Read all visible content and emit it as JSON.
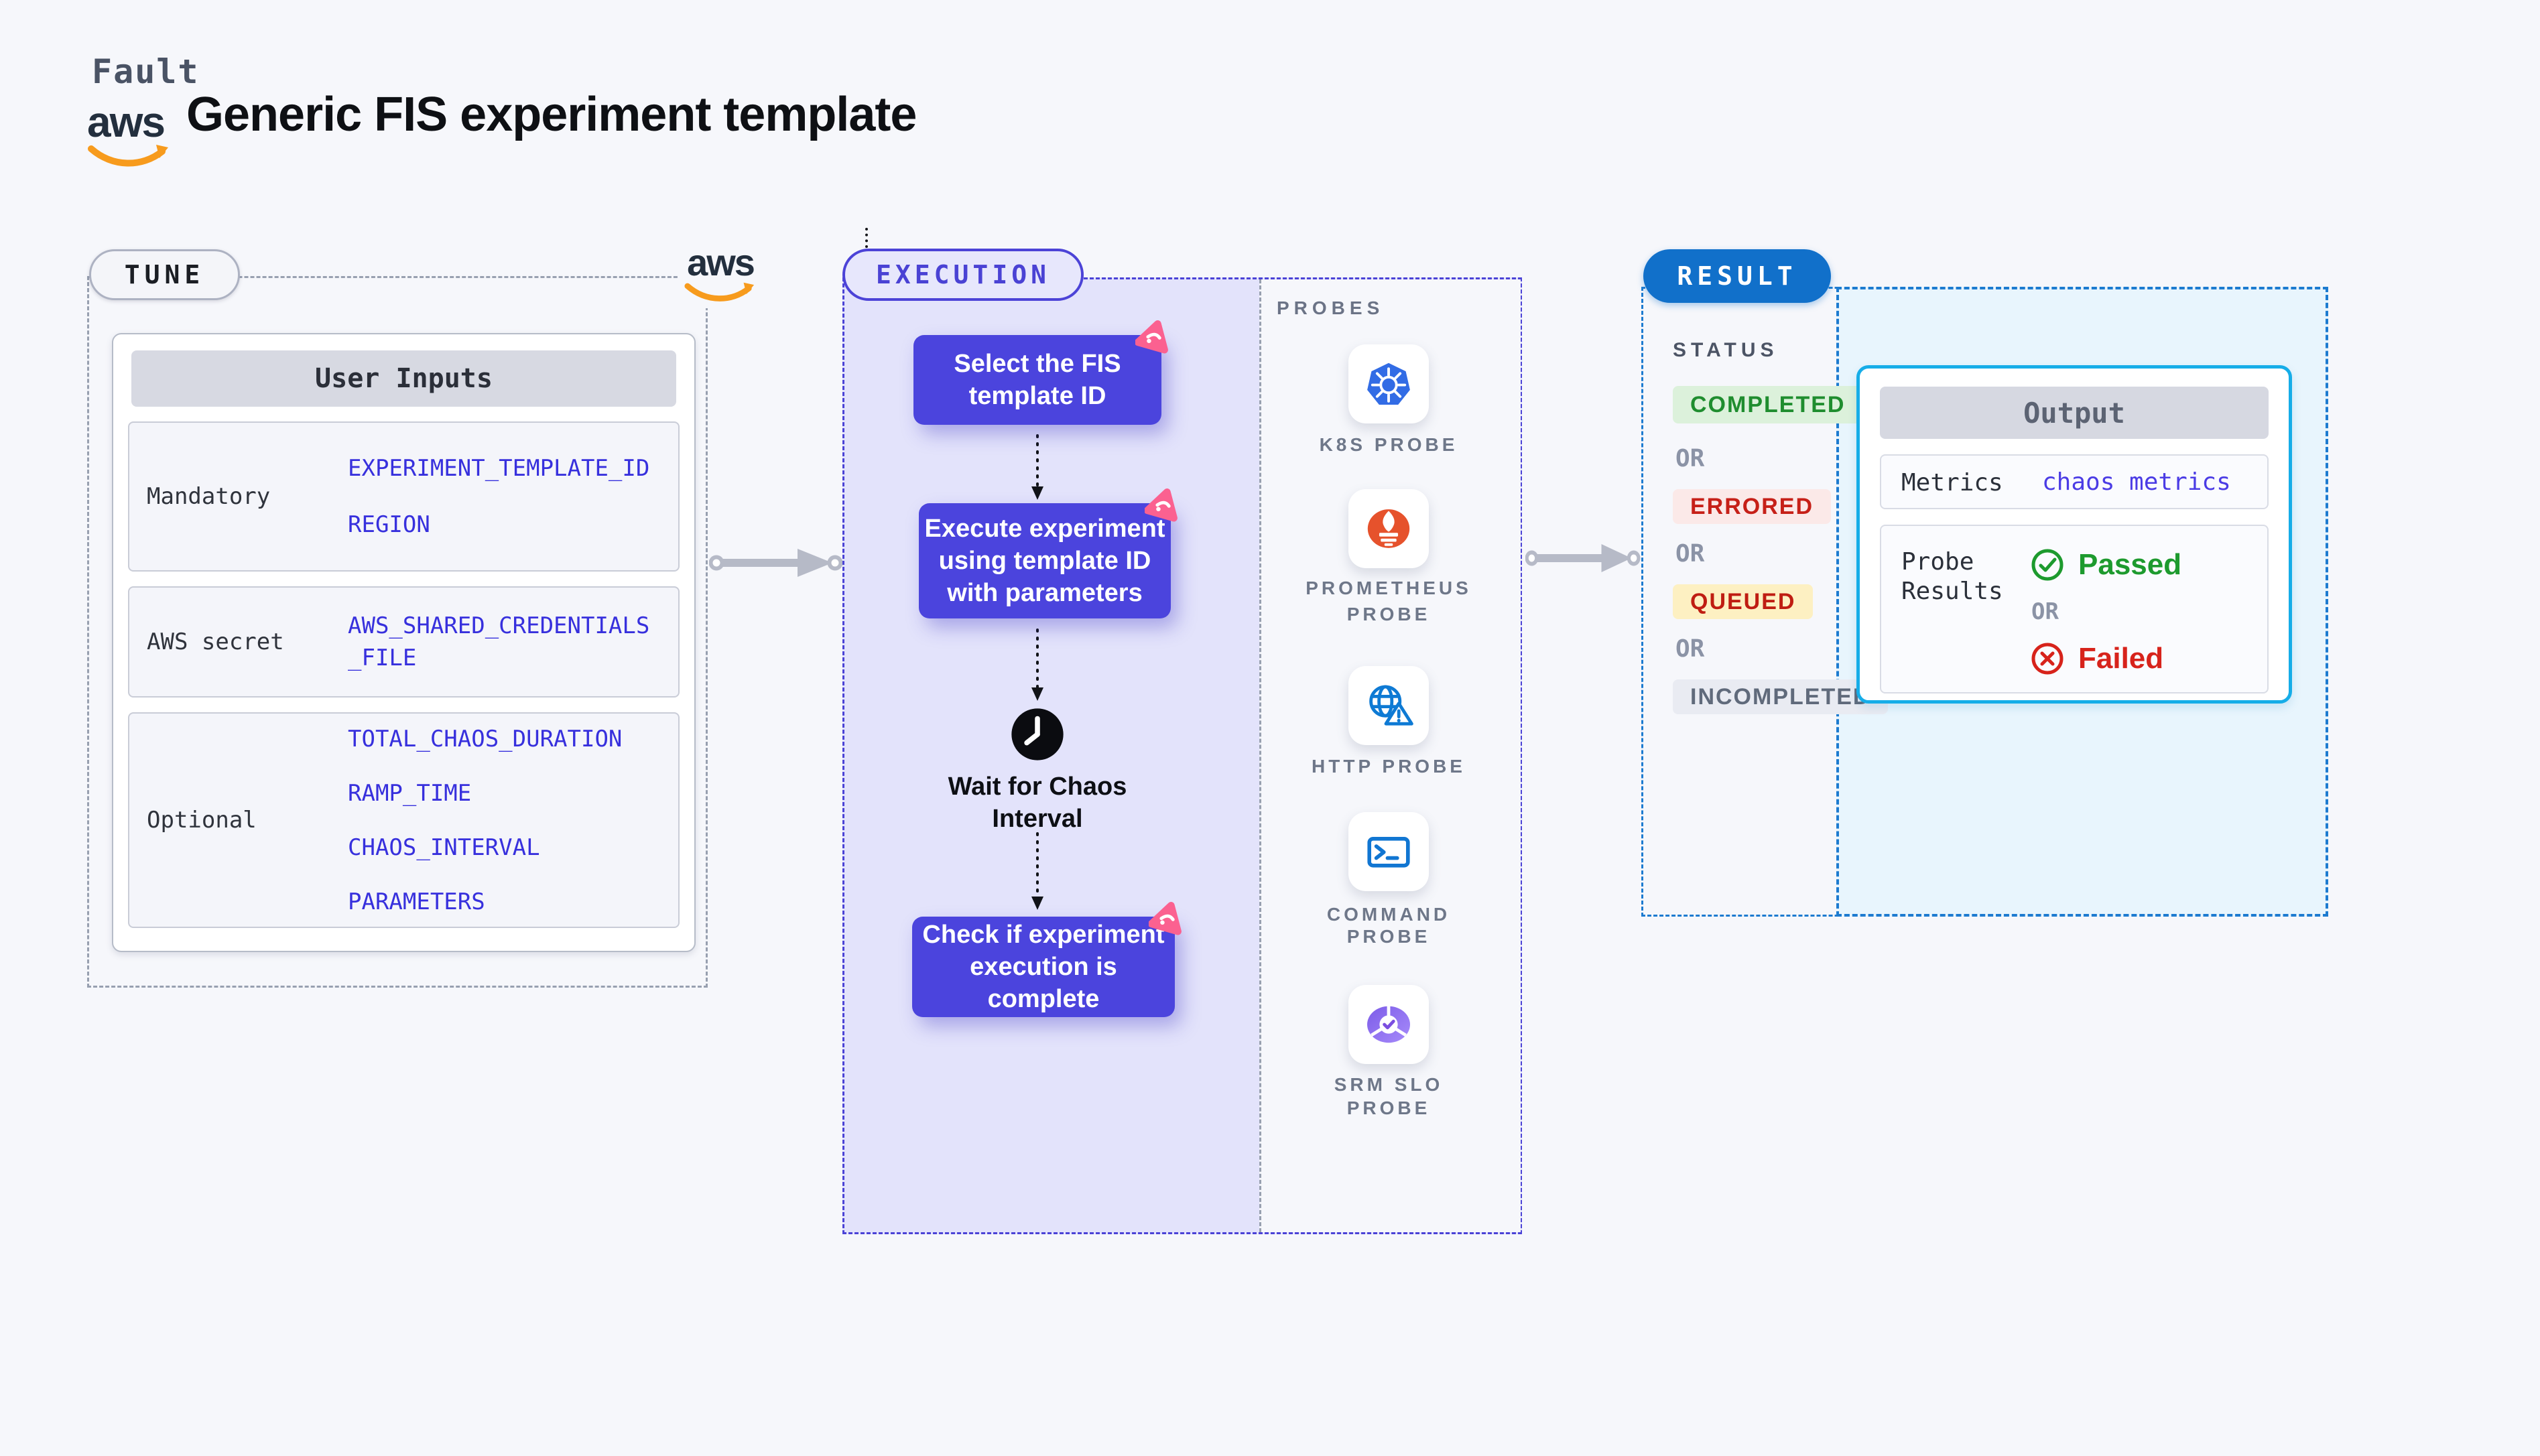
{
  "header": {
    "brand": "Fault",
    "title": "Generic FIS experiment template",
    "aws_wordmark": "aws"
  },
  "tune": {
    "pill": "TUNE",
    "table": {
      "header": "User Inputs",
      "rows": [
        {
          "label": "Mandatory",
          "values": [
            "EXPERIMENT_TEMPLATE_ID",
            "REGION"
          ]
        },
        {
          "label": "AWS secret",
          "values": [
            "AWS_SHARED_CREDENTIALS",
            "_FILE"
          ]
        },
        {
          "label": "Optional",
          "values": [
            "TOTAL_CHAOS_DURATION",
            "RAMP_TIME",
            "CHAOS_INTERVAL",
            "PARAMETERS"
          ]
        }
      ]
    }
  },
  "execution": {
    "pill": "EXECUTION",
    "steps": [
      {
        "lines": [
          "Select the FIS",
          "template ID"
        ]
      },
      {
        "lines": [
          "Execute experiment",
          "using template ID",
          "with parameters"
        ]
      },
      {
        "lines": [
          "Check if experiment",
          "execution is complete"
        ]
      }
    ],
    "wait_lines": [
      "Wait for Chaos",
      "Interval"
    ]
  },
  "probes": {
    "title": "PROBES",
    "items": [
      {
        "icon": "kubernetes-icon",
        "lines": [
          "K8S PROBE"
        ]
      },
      {
        "icon": "prometheus-icon",
        "lines": [
          "PROMETHEUS",
          "PROBE"
        ]
      },
      {
        "icon": "http-globe-icon",
        "lines": [
          "HTTP PROBE"
        ]
      },
      {
        "icon": "command-terminal-icon",
        "lines": [
          "COMMAND",
          "PROBE"
        ]
      },
      {
        "icon": "srm-slo-icon",
        "lines": [
          "SRM SLO",
          "PROBE"
        ]
      }
    ]
  },
  "result": {
    "pill": "RESULT",
    "status_title": "STATUS",
    "or_label": "OR",
    "statuses": [
      "COMPLETED",
      "ERRORED",
      "QUEUED",
      "INCOMPLETED"
    ],
    "output": {
      "header": "Output",
      "metrics_label": "Metrics",
      "metrics_value": "chaos metrics",
      "probe_label_lines": [
        "Probe",
        "Results"
      ],
      "passed": "Passed",
      "failed": "Failed"
    }
  },
  "colors": {
    "page_bg": "#f6f7fb",
    "indigo_box": "#4b44dd",
    "indigo_dash": "#4b43d6",
    "lavender_panel": "#e3e3fb",
    "gray_dash": "#98a0b0",
    "result_blue": "#1170ca",
    "result_dash": "#1d7bd0",
    "output_border": "#16ade8",
    "light_blue_bg": "#e8f5fd",
    "env_value_blue": "#3730dd",
    "green": "#1f8d2f",
    "red": "#c62018",
    "queued_bg": "#fdf0c2",
    "pink_icon": "#fb6190",
    "aws_orange": "#f79b1d"
  }
}
